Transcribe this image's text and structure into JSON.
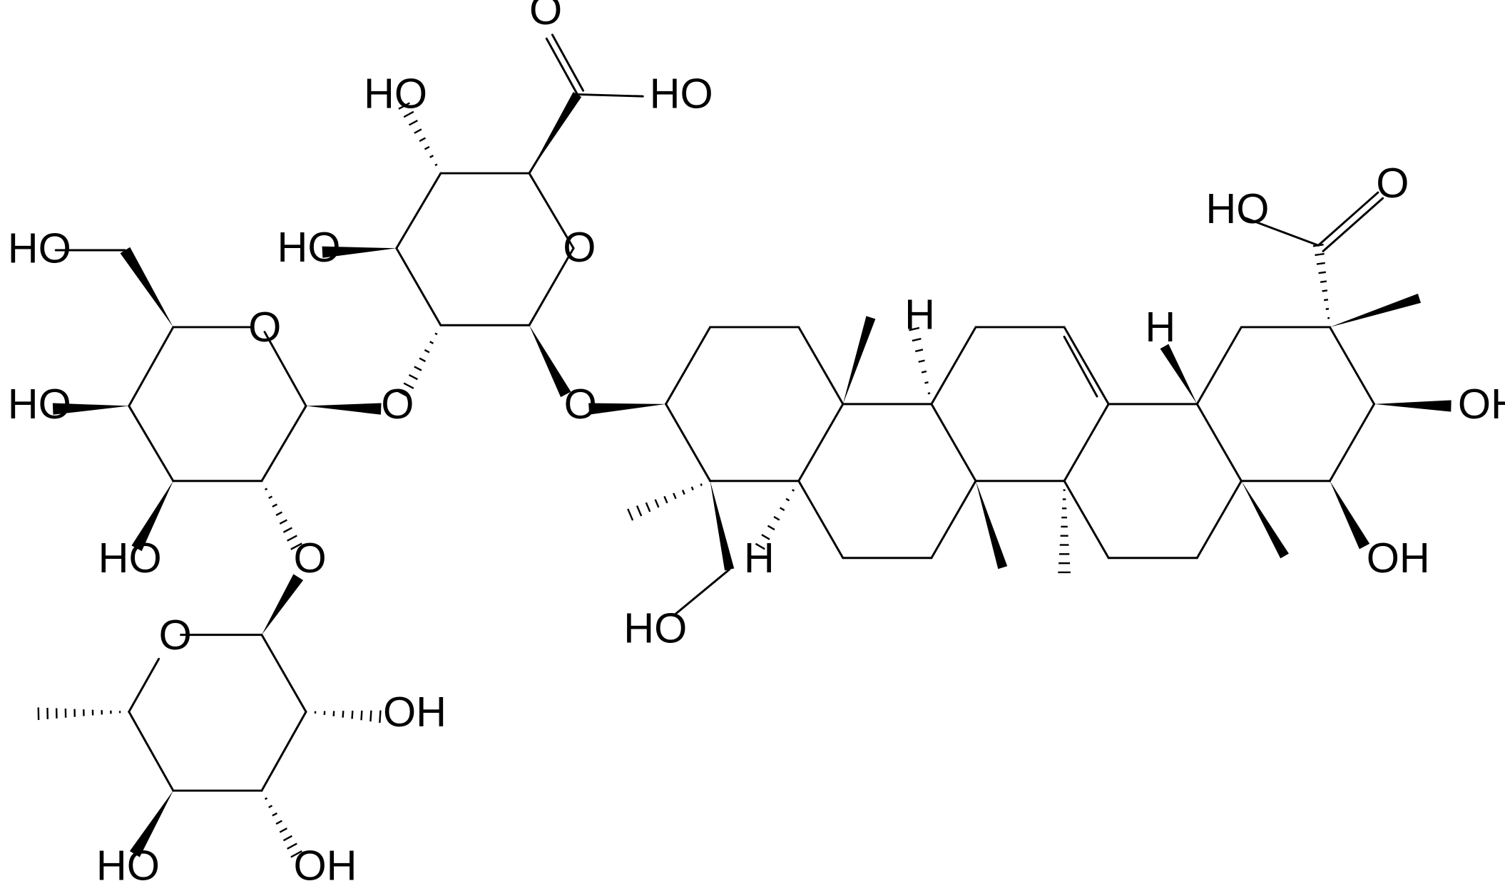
{
  "diagram": {
    "type": "chemical-structure",
    "style": {
      "bond_color": "#000000",
      "text_color": "#000000",
      "background": "#ffffff"
    },
    "atom_labels": {
      "acid_O": "O",
      "acid_OH": "HO",
      "gluA_O3_OH": "HO",
      "gluA_O4_OH": "HO",
      "gluA_ring_O": "O",
      "gluA_to_core_O": "O",
      "gluA_to_sugar2_O": "O",
      "sugar2_CH2OH": "HO",
      "sugar2_ring_O": "O",
      "sugar2_OH_a": "HO",
      "sugar2_OH_b": "HO",
      "sugar2_to_rha_O": "O",
      "rha_ring_O": "O",
      "rha_OH_a": "OH",
      "rha_OH_b": "OH",
      "rha_OH_c": "HO",
      "core_H_1": "H",
      "core_H_2": "H",
      "core_H_3": "H",
      "core_CH2OH": "HO",
      "core_acid_O": "O",
      "core_acid_OH": "HO",
      "core_OH_a": "OH",
      "core_OH_b": "OH"
    }
  }
}
